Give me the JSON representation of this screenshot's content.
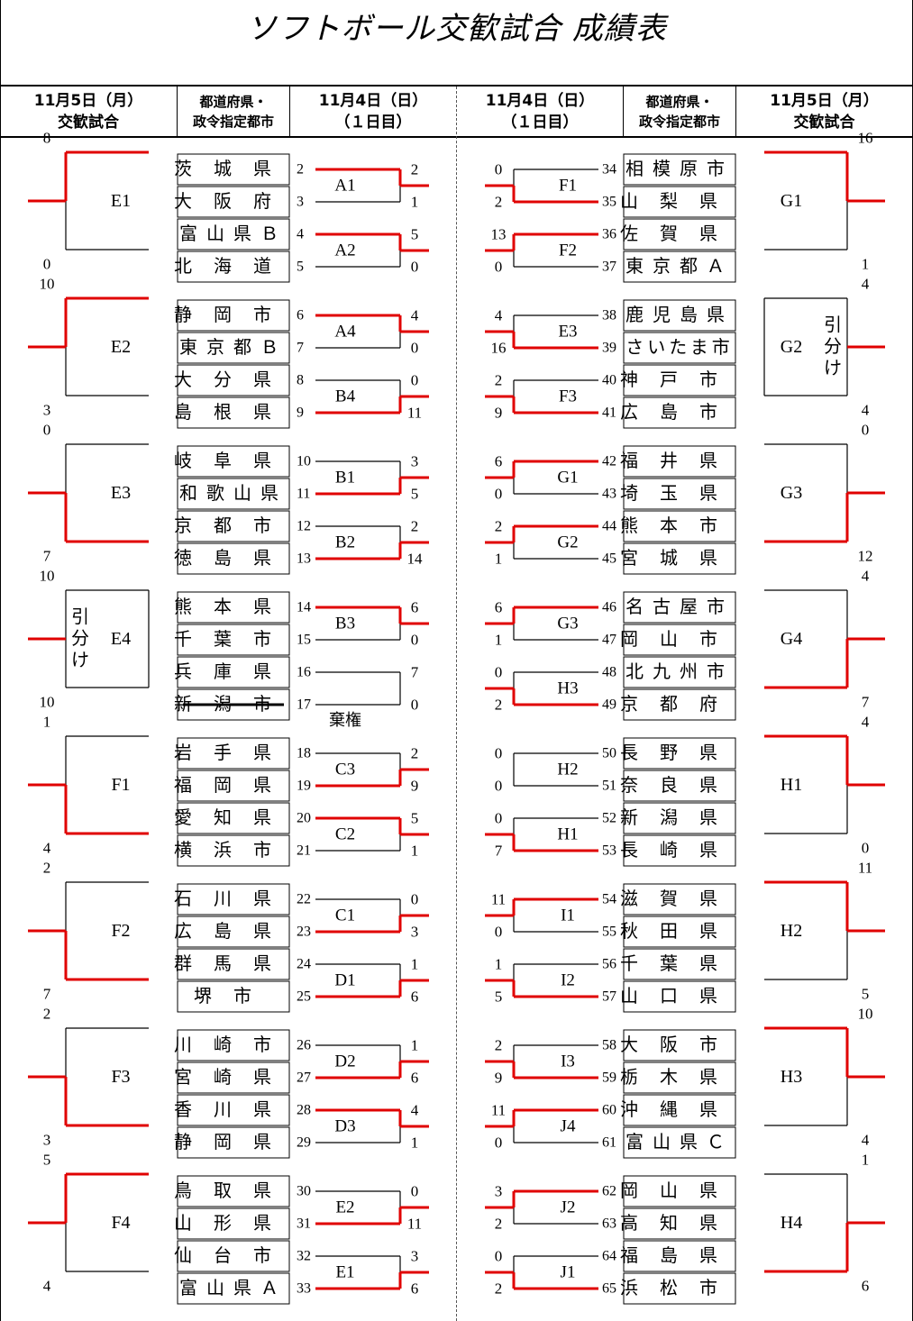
{
  "title": "ソフトボール交歓試合 成績表",
  "headers": {
    "exchange_date_l1": "11月5日（月）",
    "exchange_date_l2": "交歓試合",
    "pref_l1": "都道府県・",
    "pref_l2": "政令指定都市",
    "day1_l1": "11月4日（日）",
    "day1_l2": "（１日目）"
  },
  "colors": {
    "win": "#e00000",
    "line": "#000000"
  },
  "left_teams": [
    {
      "no": "2",
      "name": "茨城県"
    },
    {
      "no": "3",
      "name": "大阪府"
    },
    {
      "no": "4",
      "name": "富山県Ｂ"
    },
    {
      "no": "5",
      "name": "北海道"
    },
    {
      "no": "6",
      "name": "静岡市"
    },
    {
      "no": "7",
      "name": "東京都Ｂ"
    },
    {
      "no": "8",
      "name": "大分県"
    },
    {
      "no": "9",
      "name": "島根県"
    },
    {
      "no": "10",
      "name": "岐阜県"
    },
    {
      "no": "11",
      "name": "和歌山県"
    },
    {
      "no": "12",
      "name": "京都市"
    },
    {
      "no": "13",
      "name": "徳島県"
    },
    {
      "no": "14",
      "name": "熊本県"
    },
    {
      "no": "15",
      "name": "千葉市"
    },
    {
      "no": "16",
      "name": "兵庫県"
    },
    {
      "no": "17",
      "name": "新潟市",
      "struck": true
    },
    {
      "no": "18",
      "name": "岩手県"
    },
    {
      "no": "19",
      "name": "福岡県"
    },
    {
      "no": "20",
      "name": "愛知県"
    },
    {
      "no": "21",
      "name": "横浜市"
    },
    {
      "no": "22",
      "name": "石川県"
    },
    {
      "no": "23",
      "name": "広島県"
    },
    {
      "no": "24",
      "name": "群馬県"
    },
    {
      "no": "25",
      "name": "堺市"
    },
    {
      "no": "26",
      "name": "川崎市"
    },
    {
      "no": "27",
      "name": "宮崎県"
    },
    {
      "no": "28",
      "name": "香川県"
    },
    {
      "no": "29",
      "name": "静岡県"
    },
    {
      "no": "30",
      "name": "鳥取県"
    },
    {
      "no": "31",
      "name": "山形県"
    },
    {
      "no": "32",
      "name": "仙台市"
    },
    {
      "no": "33",
      "name": "富山県Ａ"
    }
  ],
  "right_teams": [
    {
      "no": "34",
      "name": "相模原市"
    },
    {
      "no": "35",
      "name": "山梨県"
    },
    {
      "no": "36",
      "name": "佐賀県"
    },
    {
      "no": "37",
      "name": "東京都Ａ"
    },
    {
      "no": "38",
      "name": "鹿児島県"
    },
    {
      "no": "39",
      "name": "さいたま市"
    },
    {
      "no": "40",
      "name": "神戸市"
    },
    {
      "no": "41",
      "name": "広島市"
    },
    {
      "no": "42",
      "name": "福井県"
    },
    {
      "no": "43",
      "name": "埼玉県"
    },
    {
      "no": "44",
      "name": "熊本市"
    },
    {
      "no": "45",
      "name": "宮城県"
    },
    {
      "no": "46",
      "name": "名古屋市"
    },
    {
      "no": "47",
      "name": "岡山市"
    },
    {
      "no": "48",
      "name": "北九州市"
    },
    {
      "no": "49",
      "name": "京都府"
    },
    {
      "no": "50",
      "name": "長野県"
    },
    {
      "no": "51",
      "name": "奈良県"
    },
    {
      "no": "52",
      "name": "新潟県"
    },
    {
      "no": "53",
      "name": "長崎県"
    },
    {
      "no": "54",
      "name": "滋賀県"
    },
    {
      "no": "55",
      "name": "秋田県"
    },
    {
      "no": "56",
      "name": "千葉県"
    },
    {
      "no": "57",
      "name": "山口県"
    },
    {
      "no": "58",
      "name": "大阪市"
    },
    {
      "no": "59",
      "name": "栃木県"
    },
    {
      "no": "60",
      "name": "沖縄県"
    },
    {
      "no": "61",
      "name": "富山県Ｃ"
    },
    {
      "no": "62",
      "name": "岡山県"
    },
    {
      "no": "63",
      "name": "高知県"
    },
    {
      "no": "64",
      "name": "福島県"
    },
    {
      "no": "65",
      "name": "浜松市"
    }
  ],
  "left_day1": [
    {
      "label": "A1",
      "s1": "2",
      "s2": "1",
      "win": 1
    },
    {
      "label": "A2",
      "s1": "5",
      "s2": "0",
      "win": 1
    },
    {
      "label": "A4",
      "s1": "4",
      "s2": "0",
      "win": 1
    },
    {
      "label": "B4",
      "s1": "0",
      "s2": "11",
      "win": 2
    },
    {
      "label": "B1",
      "s1": "3",
      "s2": "5",
      "win": 2
    },
    {
      "label": "B2",
      "s1": "2",
      "s2": "14",
      "win": 2
    },
    {
      "label": "B3",
      "s1": "6",
      "s2": "0",
      "win": 1
    },
    {
      "label": "",
      "s1": "7",
      "s2": "0",
      "win": 0,
      "note": "棄権"
    },
    {
      "label": "C3",
      "s1": "2",
      "s2": "9",
      "win": 2
    },
    {
      "label": "C2",
      "s1": "5",
      "s2": "1",
      "win": 1
    },
    {
      "label": "C1",
      "s1": "0",
      "s2": "3",
      "win": 2
    },
    {
      "label": "D1",
      "s1": "1",
      "s2": "6",
      "win": 2
    },
    {
      "label": "D2",
      "s1": "1",
      "s2": "6",
      "win": 2
    },
    {
      "label": "D3",
      "s1": "4",
      "s2": "1",
      "win": 1
    },
    {
      "label": "E2",
      "s1": "0",
      "s2": "11",
      "win": 2
    },
    {
      "label": "E1",
      "s1": "3",
      "s2": "6",
      "win": 2
    }
  ],
  "right_day1": [
    {
      "label": "F1",
      "s1": "0",
      "s2": "2",
      "win": 2
    },
    {
      "label": "F2",
      "s1": "13",
      "s2": "0",
      "win": 1
    },
    {
      "label": "E3",
      "s1": "4",
      "s2": "16",
      "win": 2
    },
    {
      "label": "F3",
      "s1": "2",
      "s2": "9",
      "win": 2
    },
    {
      "label": "G1",
      "s1": "6",
      "s2": "0",
      "win": 1
    },
    {
      "label": "G2",
      "s1": "2",
      "s2": "1",
      "win": 1
    },
    {
      "label": "G3",
      "s1": "6",
      "s2": "1",
      "win": 1
    },
    {
      "label": "H3",
      "s1": "0",
      "s2": "2",
      "win": 2
    },
    {
      "label": "H2",
      "s1": "0",
      "s2": "0",
      "win": 0
    },
    {
      "label": "H1",
      "s1": "0",
      "s2": "7",
      "win": 2
    },
    {
      "label": "I1",
      "s1": "11",
      "s2": "0",
      "win": 1
    },
    {
      "label": "I2",
      "s1": "1",
      "s2": "5",
      "win": 2
    },
    {
      "label": "I3",
      "s1": "2",
      "s2": "9",
      "win": 2
    },
    {
      "label": "J4",
      "s1": "11",
      "s2": "0",
      "win": 1
    },
    {
      "label": "J2",
      "s1": "3",
      "s2": "2",
      "win": 1
    },
    {
      "label": "J1",
      "s1": "0",
      "s2": "2",
      "win": 2
    }
  ],
  "left_exchange": [
    {
      "label": "E1",
      "s1": "8",
      "s2": "0",
      "win": 1
    },
    {
      "label": "E2",
      "s1": "10",
      "s2": "3",
      "win": 1
    },
    {
      "label": "E3",
      "s1": "0",
      "s2": "7",
      "win": 2
    },
    {
      "label": "E4",
      "s1": "10",
      "s2": "10",
      "win": 0,
      "draw": "引分け"
    },
    {
      "label": "F1",
      "s1": "1",
      "s2": "4",
      "win": 2
    },
    {
      "label": "F2",
      "s1": "2",
      "s2": "7",
      "win": 2
    },
    {
      "label": "F3",
      "s1": "2",
      "s2": "3",
      "win": 2
    },
    {
      "label": "F4",
      "s1": "5",
      "s2": "4",
      "win": 1
    }
  ],
  "right_exchange": [
    {
      "label": "G1",
      "s1": "16",
      "s2": "1",
      "win": 1
    },
    {
      "label": "G2",
      "s1": "4",
      "s2": "4",
      "win": 0,
      "draw": "引分け"
    },
    {
      "label": "G3",
      "s1": "0",
      "s2": "12",
      "win": 2
    },
    {
      "label": "G4",
      "s1": "4",
      "s2": "7",
      "win": 2
    },
    {
      "label": "H1",
      "s1": "4",
      "s2": "0",
      "win": 1
    },
    {
      "label": "H2",
      "s1": "11",
      "s2": "5",
      "win": 1
    },
    {
      "label": "H3",
      "s1": "10",
      "s2": "4",
      "win": 1
    },
    {
      "label": "H4",
      "s1": "1",
      "s2": "6",
      "win": 2
    }
  ]
}
